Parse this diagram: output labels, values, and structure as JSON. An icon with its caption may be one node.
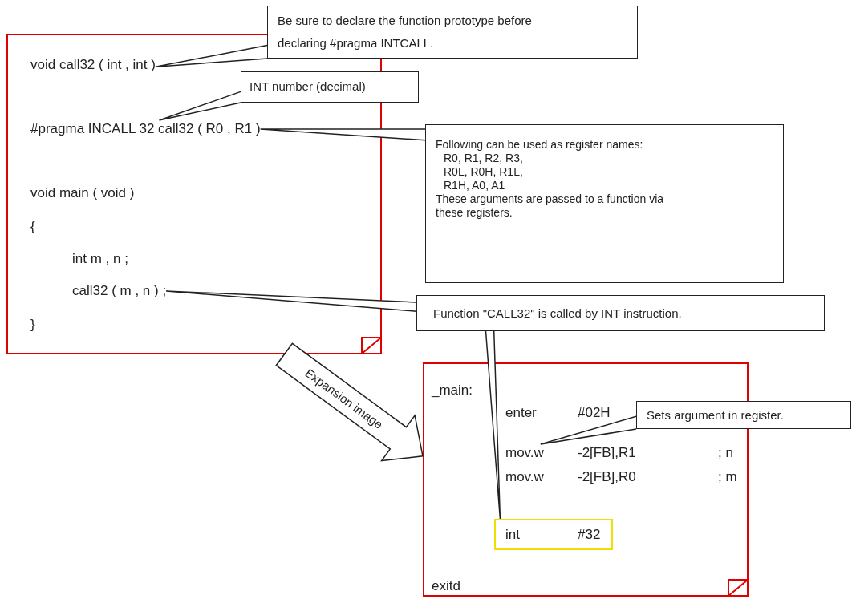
{
  "diagram": {
    "nodes": [
      {
        "text": [],
        "shape": "box"
      },
      {
        "text": [
          "void  call32 ( int , int )"
        ],
        "in": 0
      },
      {
        "text": [
          "#pragma  INCALL  32  call32 ( R0 , R1 )"
        ],
        "in": 0
      },
      {
        "text": [
          "void  main ( void )"
        ],
        "in": 0
      },
      {
        "text": [
          "{"
        ],
        "in": 0
      },
      {
        "text": [
          "int  m , n ;"
        ],
        "in": 0
      },
      {
        "text": [
          "call32 ( m , n ) ;"
        ],
        "in": 0
      },
      {
        "text": [
          "}"
        ],
        "in": 0
      },
      {
        "text": [
          "Be sure to declare the function prototype before declaring #pragma INTCALL."
        ]
      },
      {
        "text": [
          "INT number (decimal)"
        ]
      },
      {
        "text": [
          "Following can be used as register names:",
          "R0, R1, R2, R3, R0L, R0H, R1L, R1H, A0, A1",
          "These arguments are passed to a function via these registers."
        ]
      },
      {
        "text": [
          "Function \"CALL32\" is called by INT instruction."
        ]
      },
      {
        "text": [],
        "shape": "box"
      },
      {
        "text": [
          "_main:"
        ],
        "in": 12
      },
      {
        "text": [
          "enter",
          "#02H"
        ],
        "in": 12
      },
      {
        "text": [
          "mov.w",
          "-2[FB],R1",
          "; n"
        ],
        "in": 12
      },
      {
        "text": [
          "mov.w",
          "-2[FB],R0",
          "; m"
        ],
        "in": 12
      },
      {
        "text": [
          "int",
          "#32"
        ],
        "in": 12
      },
      {
        "text": [
          "exitd"
        ],
        "in": 12
      },
      {
        "text": [
          "Sets argument in register."
        ]
      }
    ],
    "edges": [
      {
        "from": 8,
        "to": 1,
        "arrow": "none"
      },
      {
        "from": 9,
        "to": 2,
        "arrow": "none"
      },
      {
        "from": 10,
        "to": 2,
        "arrow": "none"
      },
      {
        "from": 11,
        "to": 6,
        "arrow": "none"
      },
      {
        "from": 11,
        "to": 17,
        "arrow": "none"
      },
      {
        "from": 19,
        "to": 15,
        "arrow": "none"
      },
      {
        "from": 0,
        "to": 12,
        "arrow": "to",
        "label": "Expansion image",
        "style": "thick"
      }
    ]
  }
}
